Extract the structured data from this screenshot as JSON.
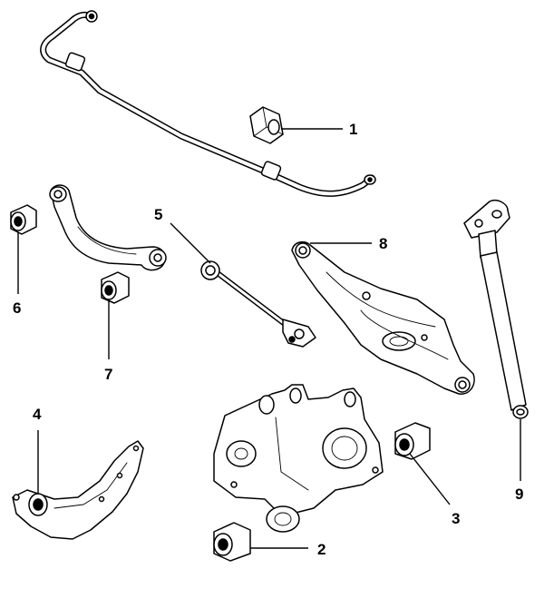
{
  "diagram": {
    "callouts": [
      {
        "id": "1",
        "label": "1"
      },
      {
        "id": "2",
        "label": "2"
      },
      {
        "id": "3",
        "label": "3"
      },
      {
        "id": "4",
        "label": "4"
      },
      {
        "id": "5",
        "label": "5"
      },
      {
        "id": "6",
        "label": "6"
      },
      {
        "id": "7",
        "label": "7"
      },
      {
        "id": "8",
        "label": "8"
      },
      {
        "id": "9",
        "label": "9"
      }
    ],
    "parts": [
      "stabilizer-bar",
      "stabilizer-bar-bushing",
      "knuckle-bushing-lower",
      "knuckle-bushing-rear",
      "trailing-arm",
      "toe-control-link",
      "upper-arm-bushing",
      "upper-control-arm",
      "upper-arm-bushing-small",
      "lower-control-arm",
      "shock-absorber",
      "rear-knuckle"
    ]
  }
}
